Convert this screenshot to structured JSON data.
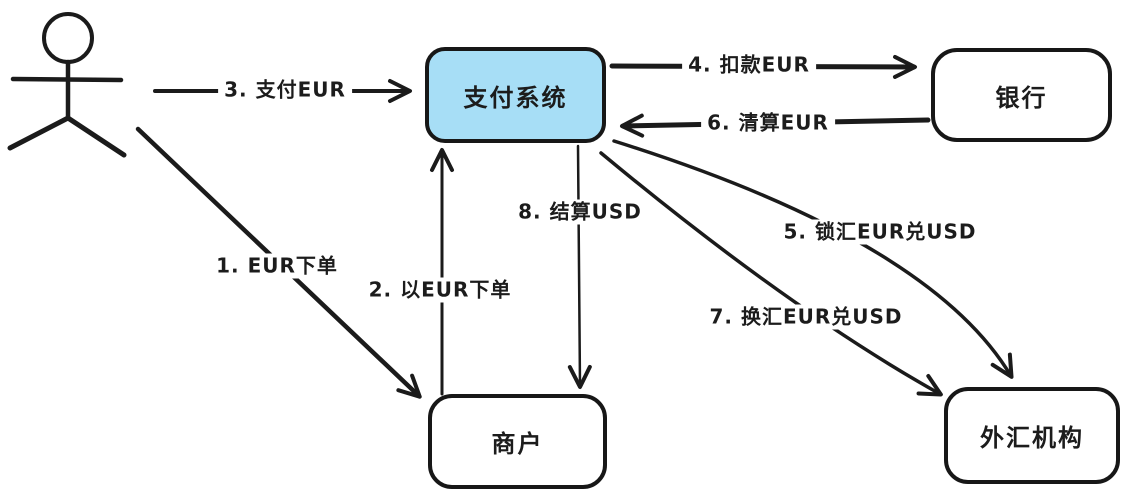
{
  "diagram": {
    "type": "flow-diagram",
    "background": "#ffffff",
    "ink": "#1b1b1b",
    "accent_fill": "#a7def6",
    "nodes": {
      "user": {
        "icon": "stick-figure-actor"
      },
      "payment": {
        "label": "支付系统",
        "fill": "#a7def6"
      },
      "bank": {
        "label": "银行",
        "fill": "#ffffff"
      },
      "merchant": {
        "label": "商户",
        "fill": "#ffffff"
      },
      "forex": {
        "label": "外汇机构",
        "fill": "#ffffff"
      }
    },
    "edges": {
      "e1": {
        "label": "1. EUR下单",
        "from": "user",
        "to": "merchant"
      },
      "e2": {
        "label": "2. 以EUR下单",
        "from": "merchant",
        "to": "payment"
      },
      "e3": {
        "label": "3. 支付EUR",
        "from": "user",
        "to": "payment"
      },
      "e4": {
        "label": "4. 扣款EUR",
        "from": "payment",
        "to": "bank"
      },
      "e5": {
        "label": "5. 锁汇EUR兑USD",
        "from": "payment",
        "to": "forex"
      },
      "e6": {
        "label": "6. 清算EUR",
        "from": "bank",
        "to": "payment"
      },
      "e7": {
        "label": "7. 换汇EUR兑USD",
        "from": "payment",
        "to": "forex"
      },
      "e8": {
        "label": "8. 结算USD",
        "from": "payment",
        "to": "merchant"
      }
    }
  }
}
